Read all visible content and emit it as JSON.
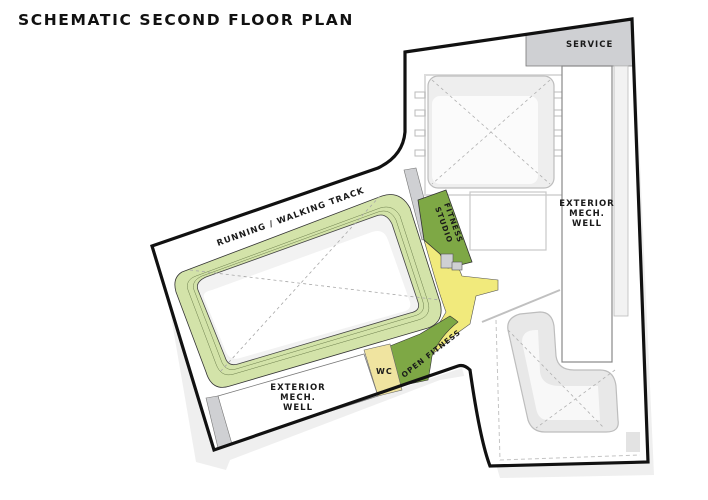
{
  "title": "SCHEMATIC SECOND FLOOR PLAN",
  "colors": {
    "outline": "#111111",
    "track_green": "#d3e3a9",
    "fitness_green": "#7ea845",
    "circulation_yellow": "#f1ea7c",
    "wc_tan": "#f0e4a0",
    "service_gray": "#cfd0d3",
    "shadow_gray": "#ececec",
    "floor_gray": "#e6e6e6"
  },
  "rooms": {
    "service": "SERVICE",
    "mech_well_east": {
      "line1": "EXTERIOR",
      "line2": "MECH.",
      "line3": "WELL"
    },
    "mech_well_south": {
      "line1": "EXTERIOR",
      "line2": "MECH.",
      "line3": "WELL"
    },
    "track": "RUNNING / WALKING TRACK",
    "fitness_studio": {
      "line1": "FITNESS",
      "line2": "STUDIO"
    },
    "open_fitness": "OPEN FITNESS",
    "wc": "WC"
  }
}
